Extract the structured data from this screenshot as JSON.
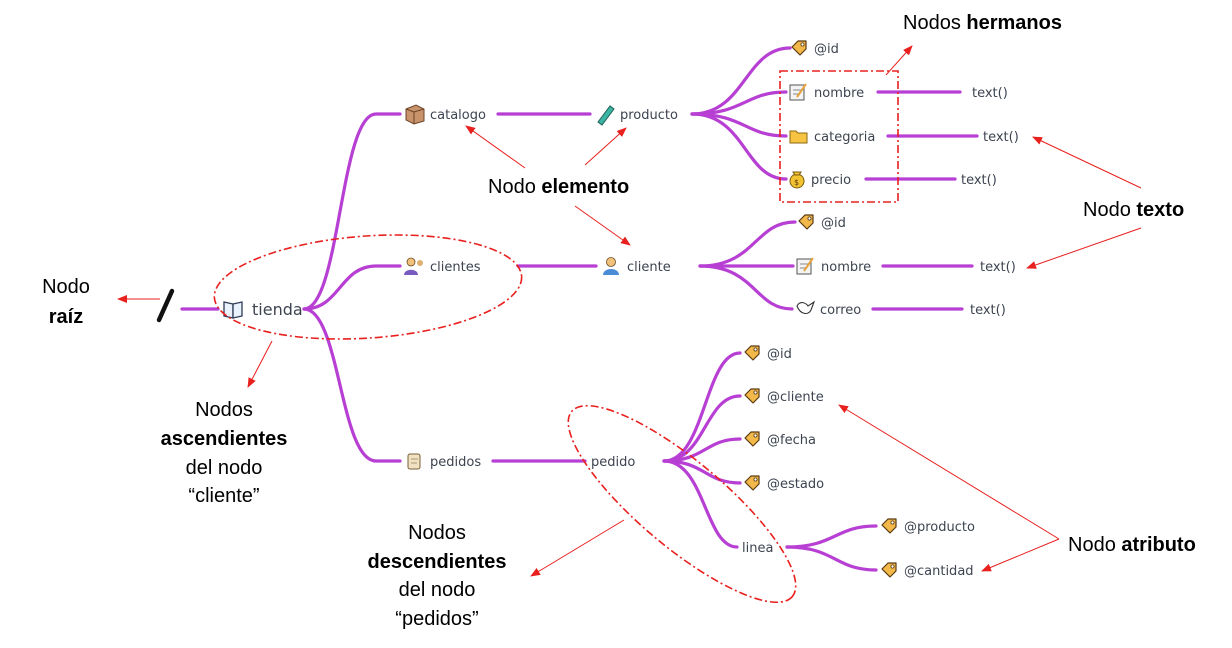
{
  "colors": {
    "edge": "#b73fd3",
    "annotation": "#e8201e",
    "node_text": "#3d4450"
  },
  "root": {
    "label": "/"
  },
  "nodes": {
    "tienda": {
      "label": "tienda",
      "icon": "book-icon"
    },
    "catalogo": {
      "label": "catalogo",
      "icon": "box-icon"
    },
    "producto": {
      "label": "producto",
      "icon": "test-tube-icon"
    },
    "producto_id": {
      "label": "@id",
      "icon": "tag-icon"
    },
    "producto_nombre": {
      "label": "nombre",
      "icon": "memo-icon"
    },
    "producto_categoria": {
      "label": "categoria",
      "icon": "folder-icon"
    },
    "producto_precio": {
      "label": "precio",
      "icon": "money-bag-icon"
    },
    "text_nombre": {
      "label": "text()"
    },
    "text_categoria": {
      "label": "text()"
    },
    "text_precio": {
      "label": "text()"
    },
    "clientes": {
      "label": "clientes",
      "icon": "people-icon"
    },
    "cliente": {
      "label": "cliente",
      "icon": "person-icon"
    },
    "cliente_id": {
      "label": "@id",
      "icon": "tag-icon"
    },
    "cliente_nombre": {
      "label": "nombre",
      "icon": "memo-icon"
    },
    "cliente_correo": {
      "label": "correo",
      "icon": "dove-icon"
    },
    "text_cliente_nombre": {
      "label": "text()"
    },
    "text_correo": {
      "label": "text()"
    },
    "pedidos": {
      "label": "pedidos",
      "icon": "scroll-icon"
    },
    "pedido": {
      "label": "pedido"
    },
    "pedido_id": {
      "label": "@id",
      "icon": "tag-icon"
    },
    "pedido_cliente": {
      "label": "@cliente",
      "icon": "tag-icon"
    },
    "pedido_fecha": {
      "label": "@fecha",
      "icon": "tag-icon"
    },
    "pedido_estado": {
      "label": "@estado",
      "icon": "tag-icon"
    },
    "linea": {
      "label": "linea"
    },
    "linea_producto": {
      "label": "@producto",
      "icon": "tag-icon"
    },
    "linea_cantidad": {
      "label": "@cantidad",
      "icon": "tag-icon"
    }
  },
  "annotations": {
    "hermanos": {
      "line1_a": "Nodos ",
      "line1_b": "hermanos"
    },
    "elemento": {
      "line1_a": "Nodo ",
      "line1_b": "elemento"
    },
    "texto": {
      "line1_a": "Nodo ",
      "line1_b": "texto"
    },
    "raiz": {
      "line1": "Nodo",
      "line2": "raíz"
    },
    "ascendientes": {
      "line1": "Nodos",
      "line2": "ascendientes",
      "line3": "del nodo",
      "line4": "“cliente”"
    },
    "descendientes": {
      "line1": "Nodos",
      "line2": "descendientes",
      "line3": "del nodo",
      "line4": "“pedidos”"
    },
    "atributo": {
      "line1_a": "Nodo ",
      "line1_b": "atributo"
    }
  }
}
